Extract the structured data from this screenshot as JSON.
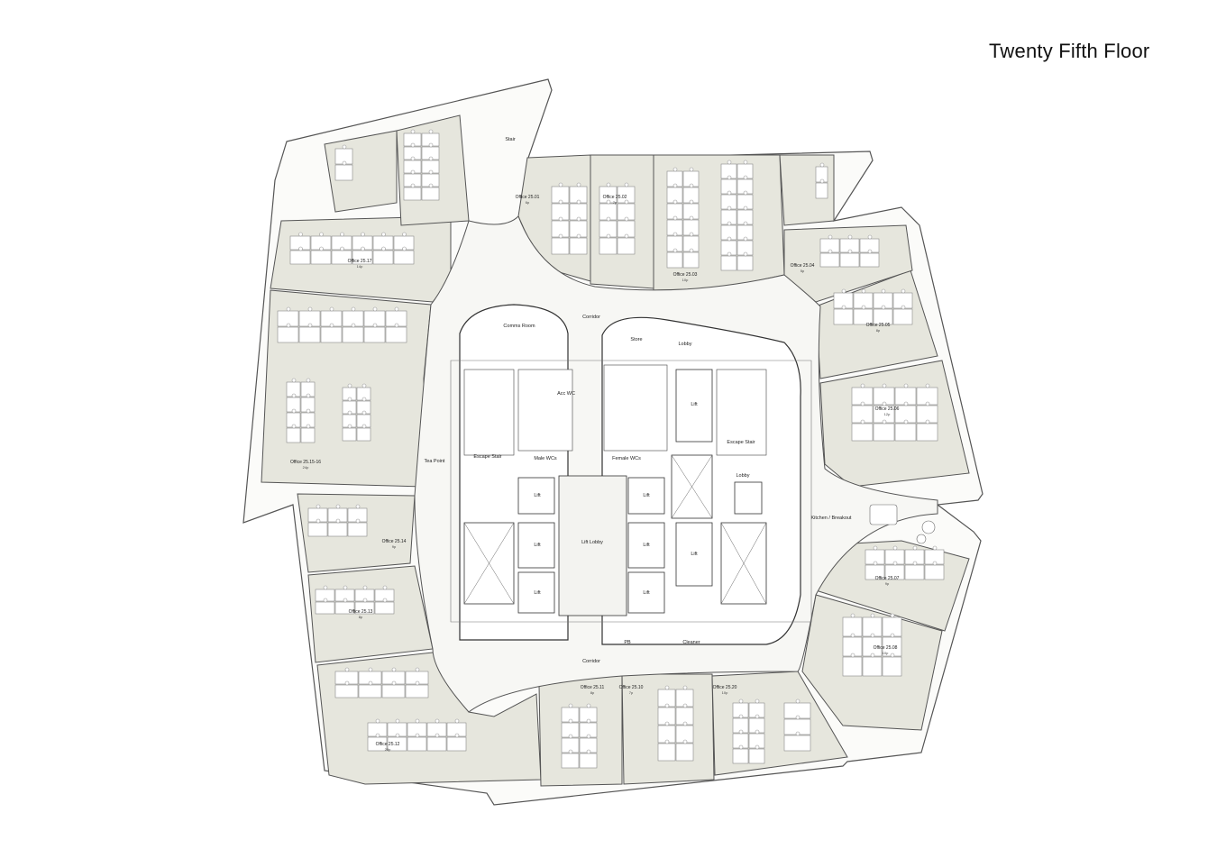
{
  "header": {
    "title": "Twenty Fifth Floor"
  },
  "offices": [
    {
      "name": "Office 25.01",
      "cap": "6p"
    },
    {
      "name": "Office 25.02",
      "cap": "7p"
    },
    {
      "name": "Office 25.03",
      "cap": "10p"
    },
    {
      "name": "Office 25.04",
      "cap": "5p"
    },
    {
      "name": "Office 25.05",
      "cap": "8p"
    },
    {
      "name": "Office 25.06",
      "cap": "12p"
    },
    {
      "name": "Office 25.07",
      "cap": "9p"
    },
    {
      "name": "Office 25.08",
      "cap": "10p"
    },
    {
      "name": "Office 25.20",
      "cap": "10p"
    },
    {
      "name": "Office 25.10",
      "cap": "7p"
    },
    {
      "name": "Office 25.11",
      "cap": "8p"
    },
    {
      "name": "Office 25.12",
      "cap": "20p"
    },
    {
      "name": "Office 25.13",
      "cap": "8p"
    },
    {
      "name": "Office 25.14",
      "cap": "9p"
    },
    {
      "name": "Office 25.15-16",
      "cap": "24p"
    },
    {
      "name": "Office 25.17",
      "cap": "14p"
    }
  ],
  "core_labels": {
    "stair": "Stair",
    "comms_room": "Comms Room",
    "corridor_top": "Corridor",
    "corridor_bottom": "Corridor",
    "store": "Store",
    "lobby_top": "Lobby",
    "lobby_right": "Lobby",
    "acc_wc": "Acc WC",
    "male_wcs": "Male WCs",
    "female_wcs": "Female WCs",
    "escape_stair_left": "Escape Stair",
    "escape_stair_right": "Escape Stair",
    "tea_point": "Tea Point",
    "lift_lobby": "Lift Lobby",
    "lift": "Lift",
    "kitchen": "Kitchen / Breakout",
    "cleaner": "Cleaner",
    "pb": "PB"
  },
  "colors": {
    "office_fill": "#e6e6dd",
    "corridor_fill": "#f7f7f4",
    "desk": "#ffffff",
    "line": "#3a3a3a"
  }
}
